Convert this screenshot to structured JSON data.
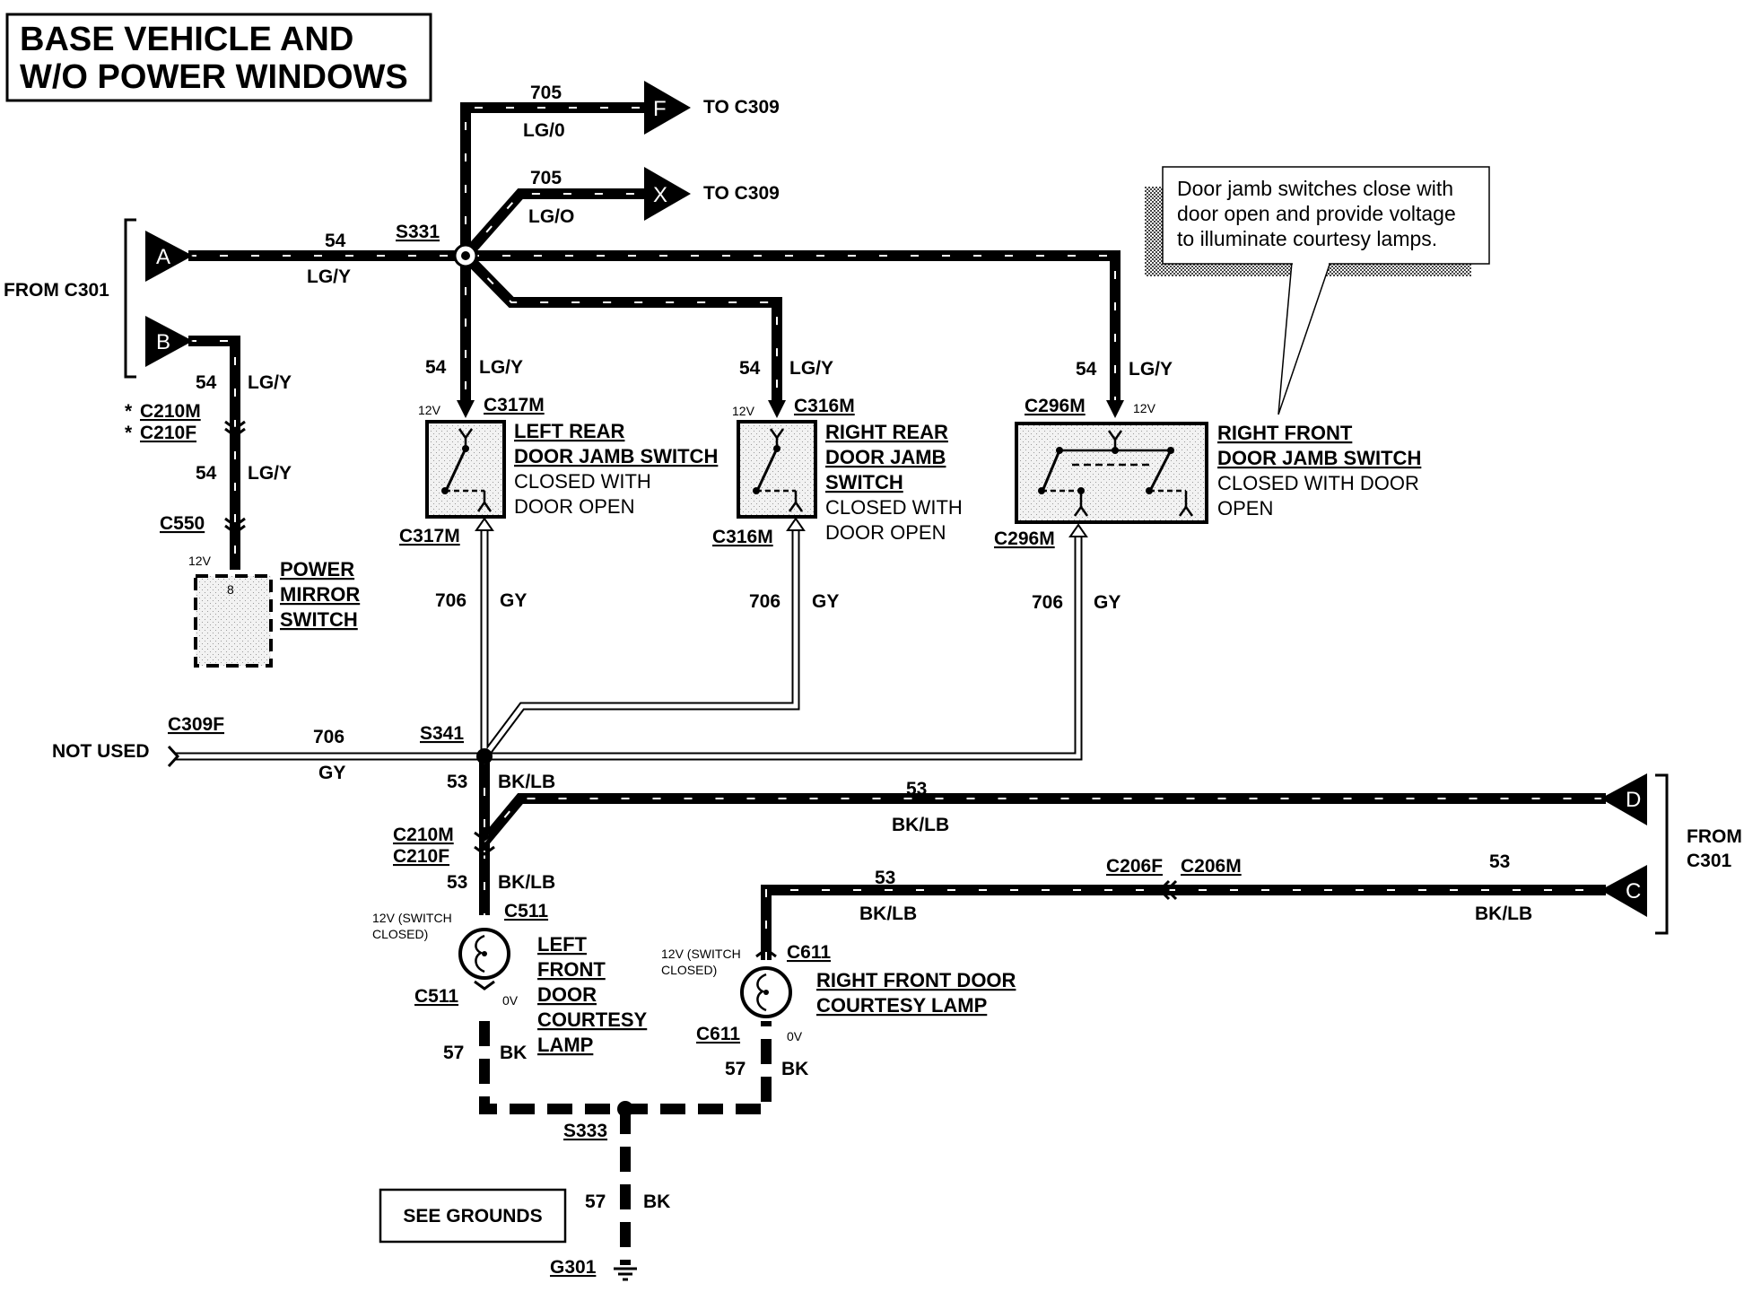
{
  "title": {
    "line1": "BASE VEHICLE AND",
    "line2": "W/O POWER WINDOWS"
  },
  "note": {
    "line1": "Door jamb switches close with",
    "line2": "door open and provide voltage",
    "line3": "to illuminate courtesy lamps."
  },
  "connectors": {
    "a": "A",
    "b": "B",
    "c": "C",
    "d": "D",
    "f": "F",
    "x": "X",
    "from_c301_left": "FROM C301",
    "from_c301_right_1": "FROM",
    "from_c301_right_2": "C301",
    "to_c309_f": "TO C309",
    "to_c309_x": "TO C309",
    "c210m_mirror": "C210M",
    "c210f_mirror": "C210F",
    "asterisk1": "*",
    "asterisk2": "*",
    "c550": "C550",
    "c317m_top": "C317M",
    "c317m_bottom": "C317M",
    "c316m_top": "C316M",
    "c316m_bottom": "C316M",
    "c296m_top": "C296M",
    "c296m_bottom": "C296M",
    "c309f": "C309F",
    "c210m_lamp": "C210M",
    "c210f_lamp": "C210F",
    "c511_top": "C511",
    "c511_bottom": "C511",
    "c611_top": "C611",
    "c611_bottom": "C611",
    "c206f": "C206F",
    "c206m": "C206M",
    "g301": "G301"
  },
  "splices": {
    "s331": "S331",
    "s341": "S341",
    "s333": "S333"
  },
  "wires": {
    "c309_f_circuit": "705",
    "c309_f_color": "LG/0",
    "c309_x_circuit": "705",
    "c309_x_color": "LG/O",
    "a_circuit": "54",
    "a_color": "LG/Y",
    "b_circuit": "54",
    "b_color": "LG/Y",
    "mirror_circuit": "54",
    "mirror_color": "LG/Y",
    "lr_circuit": "54",
    "lr_color": "LG/Y",
    "rr_circuit": "54",
    "rr_color": "LG/Y",
    "rf_circuit": "54",
    "rf_color": "LG/Y",
    "gy_lr_circuit": "706",
    "gy_lr_color": "GY",
    "gy_rr_circuit": "706",
    "gy_rr_color": "GY",
    "gy_rf_circuit": "706",
    "gy_rf_color": "GY",
    "not_used_circuit": "706",
    "not_used_color": "GY",
    "s341_down_circuit": "53",
    "s341_down_color": "BK/LB",
    "d_circuit": "53",
    "d_color": "BK/LB",
    "lf_lamp_circuit": "53",
    "lf_lamp_color": "BK/LB",
    "c_left_circuit": "53",
    "c_left_color": "BK/LB",
    "c_right_circuit": "53",
    "c_right_color": "BK/LB",
    "lf_gnd_circuit": "57",
    "lf_gnd_color": "BK",
    "rf_gnd_circuit": "57",
    "rf_gnd_color": "BK",
    "g301_circuit": "57",
    "g301_color": "BK"
  },
  "voltages": {
    "lr": "12V",
    "rr": "12V",
    "rf": "12V",
    "mirror": "12V",
    "lf_lamp_1": "12V (SWITCH",
    "lf_lamp_2": "CLOSED)",
    "rf_lamp_1": "12V (SWITCH",
    "rf_lamp_2": "CLOSED)",
    "lf_lamp_0v": "0V",
    "rf_lamp_0v": "0V"
  },
  "components": {
    "lr_switch": {
      "line1": "LEFT REAR",
      "line2": "DOOR JAMB SWITCH",
      "desc1": "CLOSED WITH",
      "desc2": "DOOR OPEN"
    },
    "rr_switch": {
      "line1": "RIGHT REAR",
      "line2": "DOOR JAMB",
      "line3": "SWITCH",
      "desc1": "CLOSED WITH",
      "desc2": "DOOR OPEN"
    },
    "rf_switch": {
      "line1": "RIGHT FRONT",
      "line2": "DOOR JAMB SWITCH",
      "desc1": "CLOSED WITH DOOR",
      "desc2": "OPEN"
    },
    "mirror_switch": {
      "line1": "POWER",
      "line2": "MIRROR",
      "line3": "SWITCH",
      "pin": "8"
    },
    "lf_lamp": {
      "line1": "LEFT",
      "line2": "FRONT",
      "line3": "DOOR",
      "line4": "COURTESY",
      "line5": "LAMP"
    },
    "rf_lamp": {
      "line1": "RIGHT FRONT DOOR",
      "line2": "COURTESY LAMP"
    },
    "not_used": "NOT USED",
    "see_grounds": "SEE GROUNDS"
  }
}
